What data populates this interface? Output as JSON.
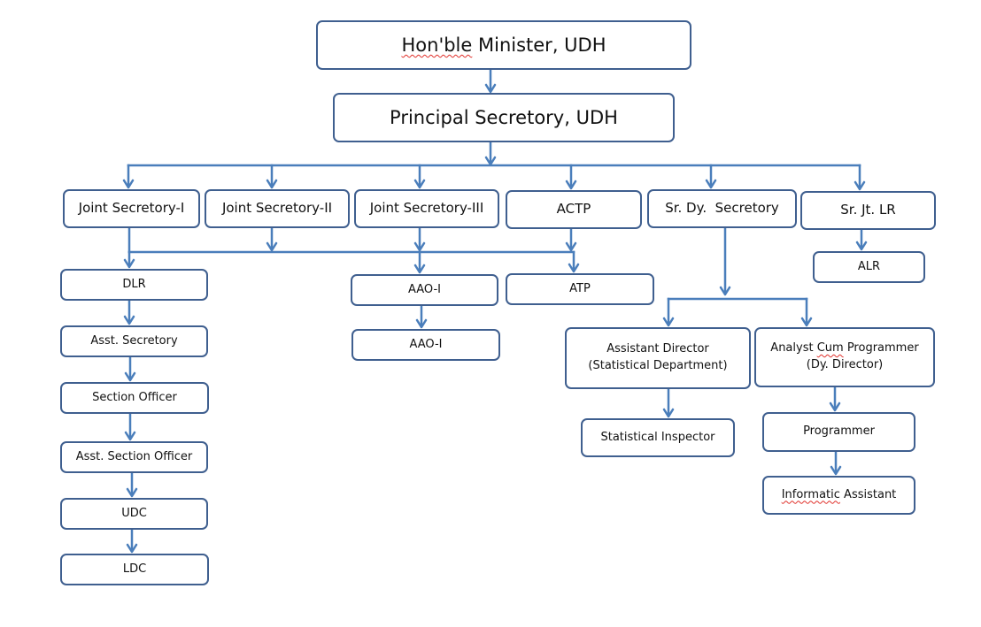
{
  "diagram": {
    "nodes": {
      "minister": {
        "before": "",
        "marked": "Hon'ble",
        "after": " Minister, UDH"
      },
      "principal_secretary": "Principal Secretory, UDH",
      "joint_secretary_1": "Joint Secretory-I",
      "joint_secretary_2": "Joint Secretory-II",
      "joint_secretary_3": "Joint Secretory-III",
      "actp": "ACTP",
      "sr_dy_secretary": "Sr. Dy.  Secretory",
      "sr_jt_lr": "Sr. Jt. LR",
      "dlr": "DLR",
      "asst_secretary": "Asst. Secretory",
      "section_officer": "Section Officer",
      "asst_section_officer": "Asst. Section Officer",
      "udc": "UDC",
      "ldc": "LDC",
      "aao_1a": "AAO-I",
      "aao_1b": "AAO-I",
      "atp": "ATP",
      "alr": "ALR",
      "assistant_director": {
        "line1": "Assistant Director",
        "line2": "(Statistical Department)"
      },
      "analyst_cum_programmer": {
        "line1_before": "Analyst ",
        "line1_marked": "Cum",
        "line1_after": " Programmer",
        "line2": "(Dy. Director)"
      },
      "statistical_inspector": "Statistical Inspector",
      "programmer": "Programmer",
      "informatic_assistant": {
        "before": "",
        "marked": "Informatic",
        "after": " Assistant"
      }
    },
    "colors": {
      "box_border": "#3f5f8f",
      "connector": "#4a7ebb",
      "spellcheck_underline": "#e0302a"
    }
  }
}
